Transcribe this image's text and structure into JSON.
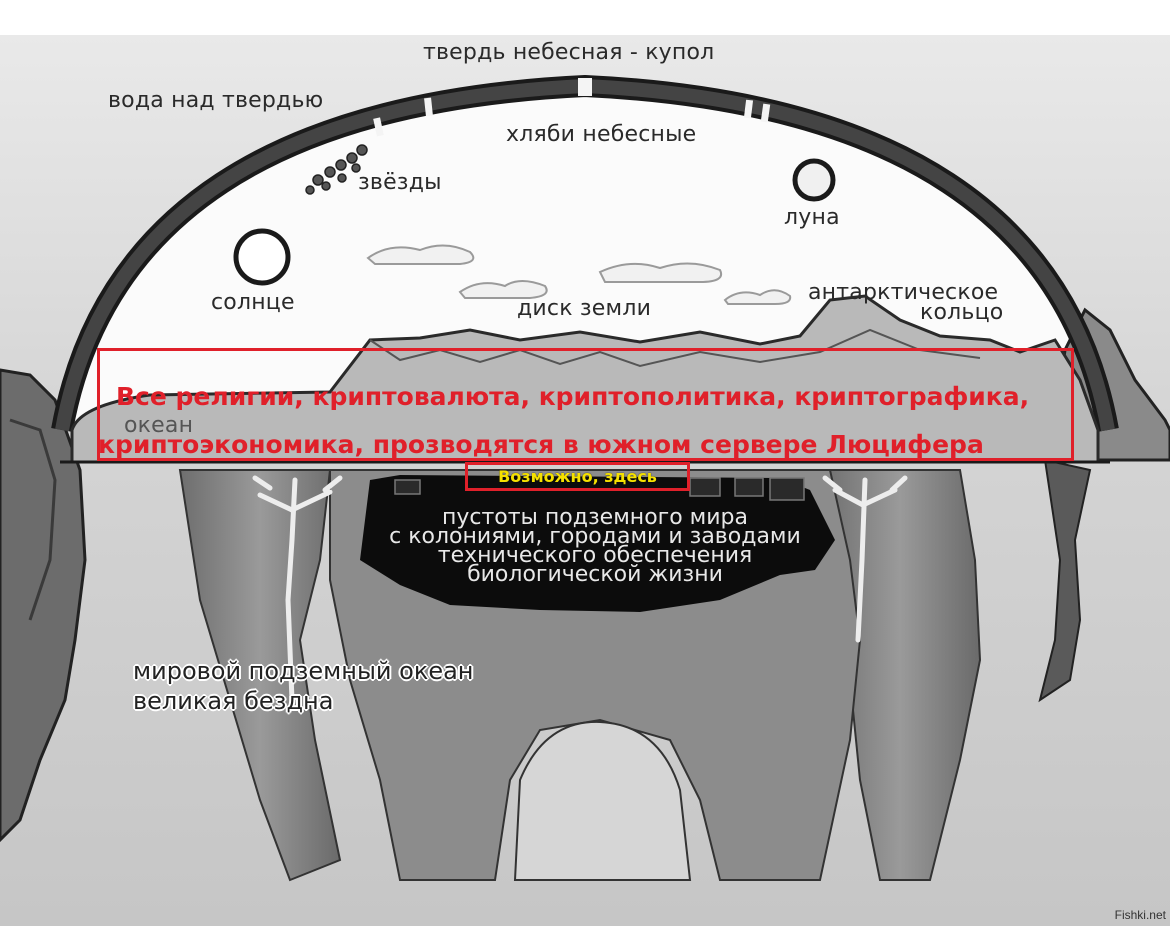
{
  "labels": {
    "dome": "твердь небесная - купол",
    "water_above": "вода над твердью",
    "floodgates": "хляби небесные",
    "stars": "звёзды",
    "moon": "луна",
    "sun": "солнце",
    "earth_disk": "диск земли",
    "antarctic_line1": "антарктическое",
    "antarctic_line2": "кольцо",
    "ocean": "океан",
    "underworld_line1": "пустоты подземного мира",
    "underworld_line2": "с колониями, городами и заводами",
    "underworld_line3": "технического обеспечения",
    "underworld_line4": "биологической жизни",
    "abyss_line1": "мировой подземный океан",
    "abyss_line2": "великая бездна"
  },
  "annotation": {
    "line1": "Все религии, криптовалюта, криптополитика,  криптографика,",
    "line2": "криптоэкономика, прозводятся в южном сервере Люцифера",
    "maybe_here": "Возможно, здесь"
  },
  "watermark": "Fishki.net",
  "colors": {
    "annotation_red": "#e0202a",
    "annotation_yellow": "#f5e100"
  }
}
